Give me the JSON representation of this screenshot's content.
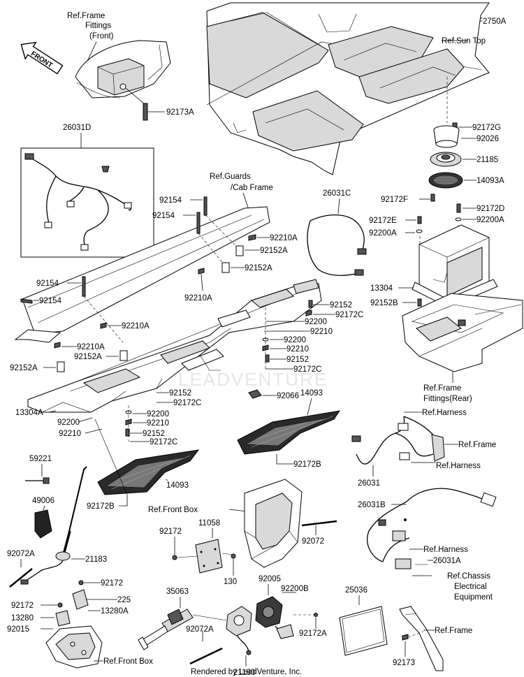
{
  "diagram_id": "F2750A",
  "footer": "Rendered by LeadVenture, Inc.",
  "watermark": "LEADVENTURE",
  "arrow_front": "FRONT",
  "refs": {
    "frame_fittings_front_1": "Ref.Frame",
    "frame_fittings_front_2": "Fittings",
    "frame_fittings_front_3": "(Front)",
    "sun_top": "Ref.Sun Top",
    "guards_1": "Ref.Guards",
    "guards_2": "/Cab Frame",
    "frame_fittings_rear_1": "Ref.Frame",
    "frame_fittings_rear_2": "Fittings(Rear)",
    "harness_a": "Ref.Harness",
    "frame_a": "Ref.Frame",
    "harness_b": "Ref.Harness",
    "front_box_a": "Ref.Front Box",
    "harness_c": "Ref.Harness",
    "chassis_1": "Ref.Chassis",
    "chassis_2": "Electrical",
    "chassis_3": "Equipment",
    "frame_b": "Ref.Frame",
    "front_box_b": "Ref.Front Box"
  },
  "parts": {
    "p92173A": "92173A",
    "p26031D": "26031D",
    "p92172G": "92172G",
    "p92026": "92026",
    "p21185": "21185",
    "p14093A": "14093A",
    "p92172F": "92172F",
    "p92154_a": "92154",
    "p92154_b": "92154",
    "p92210A_a": "92210A",
    "p92152A_a": "92152A",
    "p92152A_b": "92152A",
    "p92210A_b": "92210A",
    "p26031C": "26031C",
    "p92172E": "92172E",
    "p92200A_a": "92200A",
    "p92172D": "92172D",
    "p92200A_b": "92200A",
    "p92154_c": "92154",
    "p92154_d": "92154",
    "p92210A_c": "92210A",
    "p92210A_d": "92210A",
    "p92152A_c": "92152A",
    "p92152A_d": "92152A",
    "p13304": "13304",
    "p92152B": "92152B",
    "p92152_a": "92152",
    "p92172C_a": "92172C",
    "p92200_a": "92200",
    "p92210_a": "92210",
    "p92200_b": "92200",
    "p92210_b": "92210",
    "p92152_b": "92152",
    "p92172C_b": "92172C",
    "p92066": "92066",
    "p92152_c": "92152",
    "p92172C_c": "92172C",
    "p13304A": "13304A",
    "p92200_c": "92200",
    "p92210_c": "92210",
    "p92200_d": "92200",
    "p92210_d": "92210",
    "p92152_d": "92152",
    "p92172C_d": "92172C",
    "p14093_a": "14093",
    "p92172B_a": "92172B",
    "p59221": "59221",
    "p14093_b": "14093",
    "p49006": "49006",
    "p92172B_b": "92172B",
    "p26031": "26031",
    "p26031B": "26031B",
    "p11058": "11058",
    "p92172_a": "92172",
    "p92072_a": "92072",
    "p92072A_a": "92072A",
    "p21183": "21183",
    "p130": "130",
    "p26031A": "26031A",
    "p92172_b": "92172",
    "p35063": "35063",
    "p92005": "92005",
    "p92200B": "92200B",
    "p25036": "25036",
    "p225": "225",
    "p92172_c": "92172",
    "p13280A": "13280A",
    "p13280": "13280",
    "p92015": "92015",
    "p92072A_b": "92072A",
    "p92172A": "92172A",
    "p21180": "21180",
    "p92173": "92173"
  }
}
